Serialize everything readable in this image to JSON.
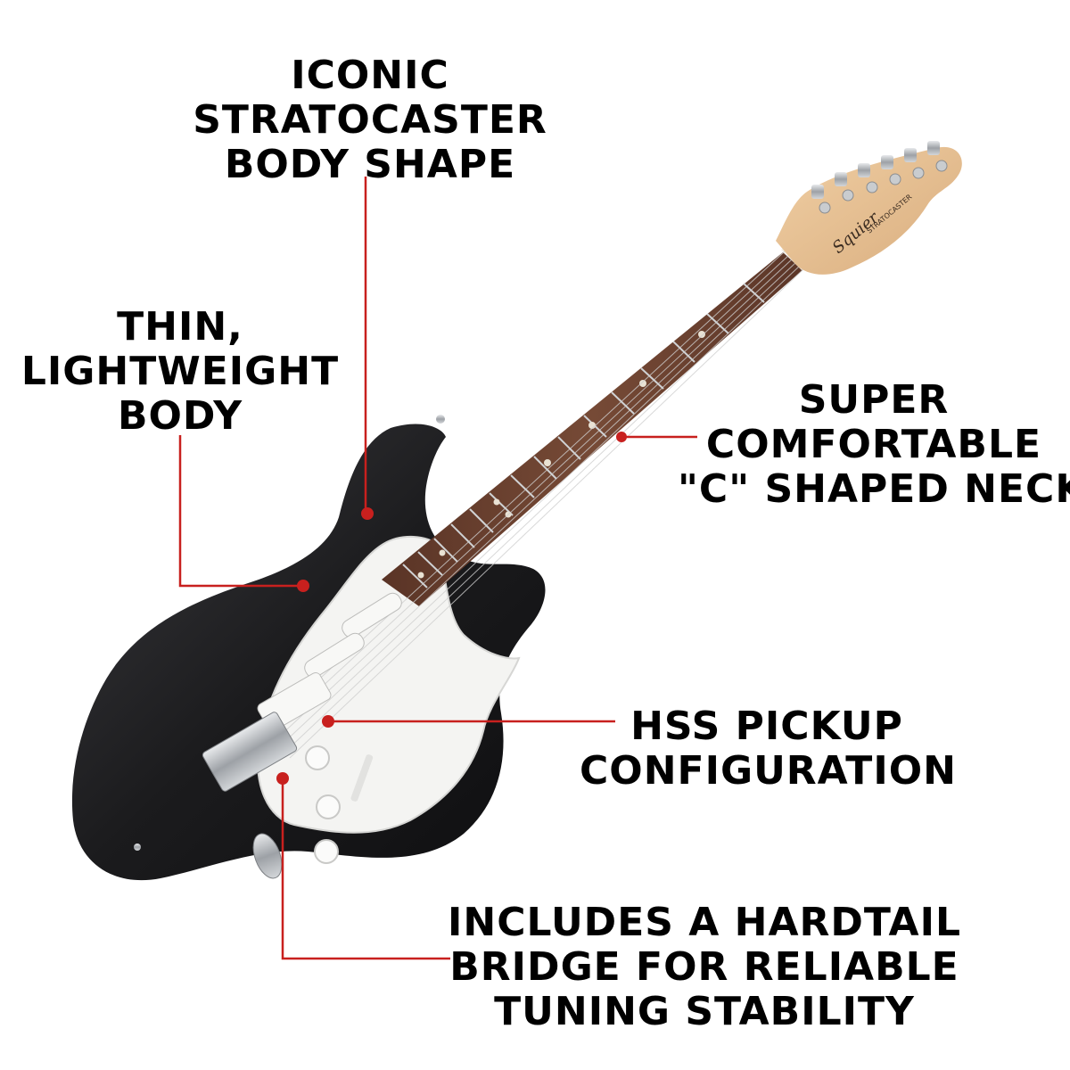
{
  "callouts": [
    {
      "id": "body-shape",
      "lines": [
        "ICONIC",
        "STRATOCASTER",
        "BODY SHAPE"
      ]
    },
    {
      "id": "lightweight-body",
      "lines": [
        "THIN,",
        "LIGHTWEIGHT",
        "BODY"
      ]
    },
    {
      "id": "c-neck",
      "lines": [
        "SUPER",
        "COMFORTABLE",
        "\"C\" SHAPED NECK"
      ]
    },
    {
      "id": "hss-pickups",
      "lines": [
        "HSS PICKUP",
        "CONFIGURATION"
      ]
    },
    {
      "id": "hardtail-bridge",
      "lines": [
        "INCLUDES A HARDTAIL",
        "BRIDGE FOR RELIABLE",
        "TUNING STABILITY"
      ]
    }
  ],
  "headstock": {
    "logo": "Squier",
    "model": "STRATOCASTER"
  },
  "colors": {
    "leader": "#c8201e",
    "body": "#1c1c1e",
    "pickguard": "#f4f4f2",
    "fretboard": "#6a4030",
    "headstock": "#e6c197",
    "chrome": "#b9bcc0",
    "text": "#000000"
  }
}
